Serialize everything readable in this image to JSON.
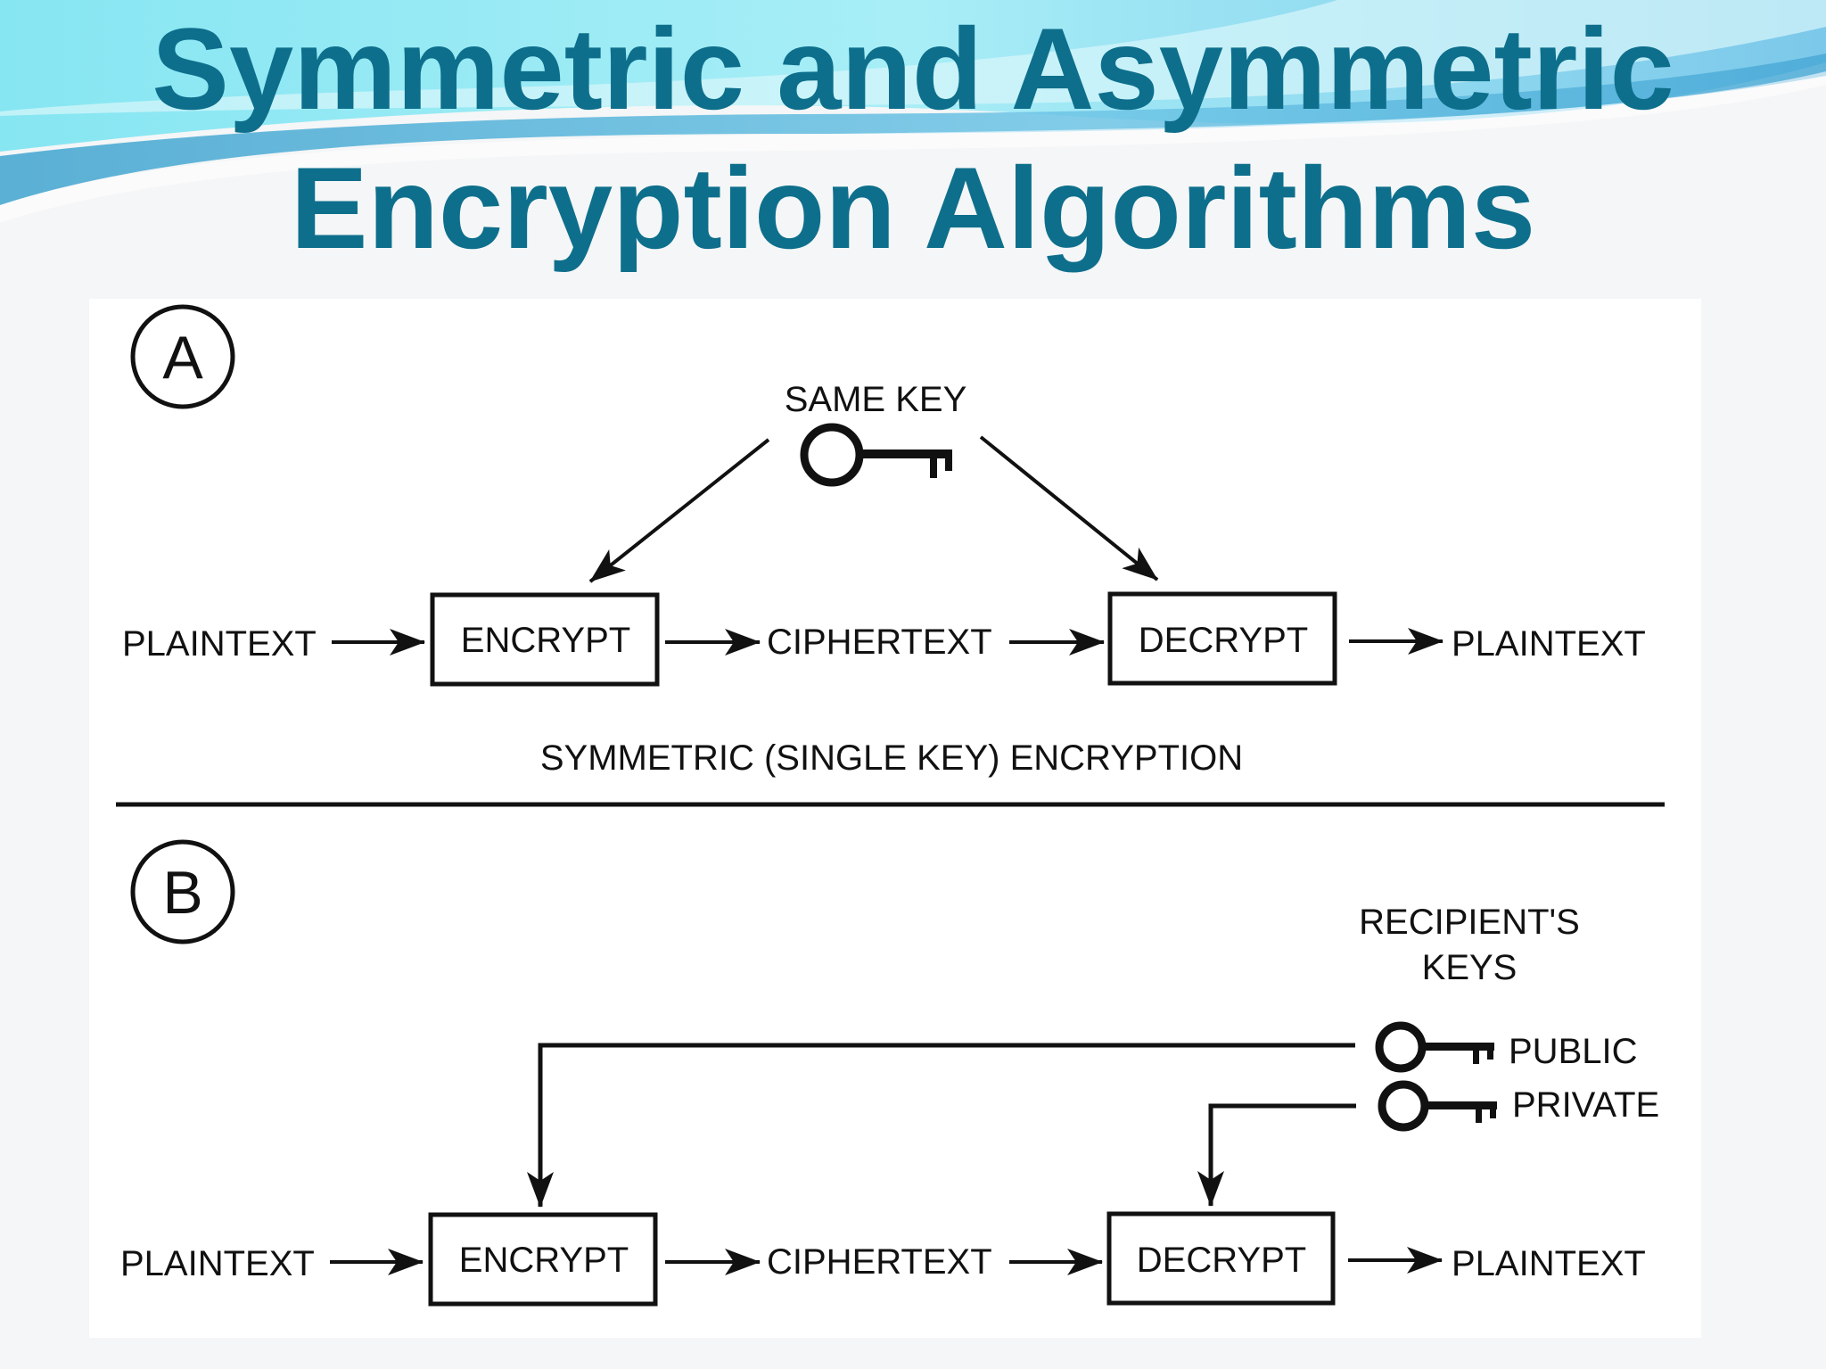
{
  "title": {
    "line1": "Symmetric and Asymmetric",
    "line2": "Encryption Algorithms"
  },
  "colors": {
    "title": "#0e6f8c",
    "banner_light": "#7fe3f0",
    "banner_dark": "#49a9d6",
    "ink": "#111111"
  },
  "panel_a": {
    "label": "A",
    "key_label": "SAME KEY",
    "key_icon": "key-icon",
    "plaintext_in": "PLAINTEXT",
    "encrypt": "ENCRYPT",
    "ciphertext": "CIPHERTEXT",
    "decrypt": "DECRYPT",
    "plaintext_out": "PLAINTEXT",
    "caption": "SYMMETRIC (SINGLE KEY) ENCRYPTION"
  },
  "panel_b": {
    "label": "B",
    "keys_label_1": "RECIPIENT'S",
    "keys_label_2": "KEYS",
    "public_key": "PUBLIC",
    "private_key": "PRIVATE",
    "key_icon": "key-icon",
    "plaintext_in": "PLAINTEXT",
    "encrypt": "ENCRYPT",
    "ciphertext": "CIPHERTEXT",
    "decrypt": "DECRYPT",
    "plaintext_out": "PLAINTEXT"
  }
}
